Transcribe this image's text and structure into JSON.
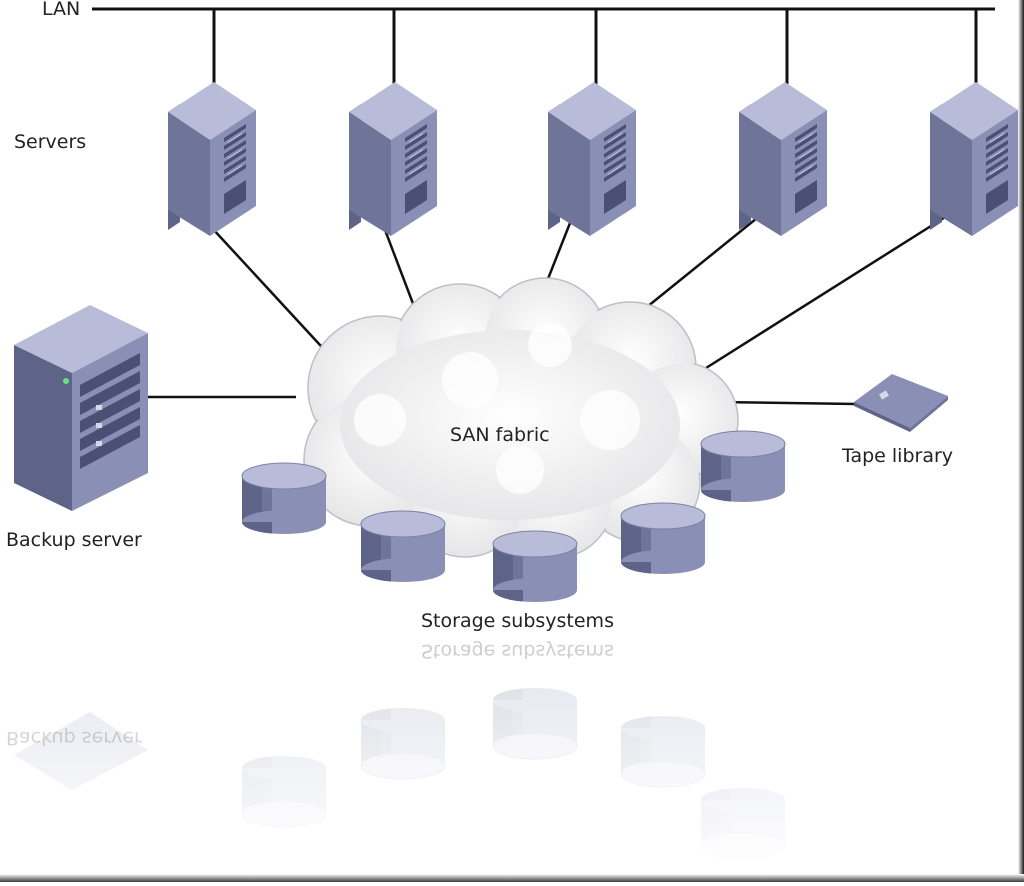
{
  "labels": {
    "lan": "LAN",
    "servers": "Servers",
    "backup_server": "Backup server",
    "san_fabric": "SAN fabric",
    "tape_library": "Tape library",
    "storage_subsystems": "Storage subsystems"
  },
  "colors": {
    "device_front": "#8a8fb5",
    "device_side": "#5e6388",
    "device_top": "#b9bcd8",
    "cloud": "#eeeeef",
    "line": "#111111"
  },
  "nodes": {
    "servers": [
      "server-1",
      "server-2",
      "server-3",
      "server-4",
      "server-5"
    ],
    "storage": [
      "storage-1",
      "storage-2",
      "storage-3",
      "storage-4",
      "storage-5"
    ]
  }
}
